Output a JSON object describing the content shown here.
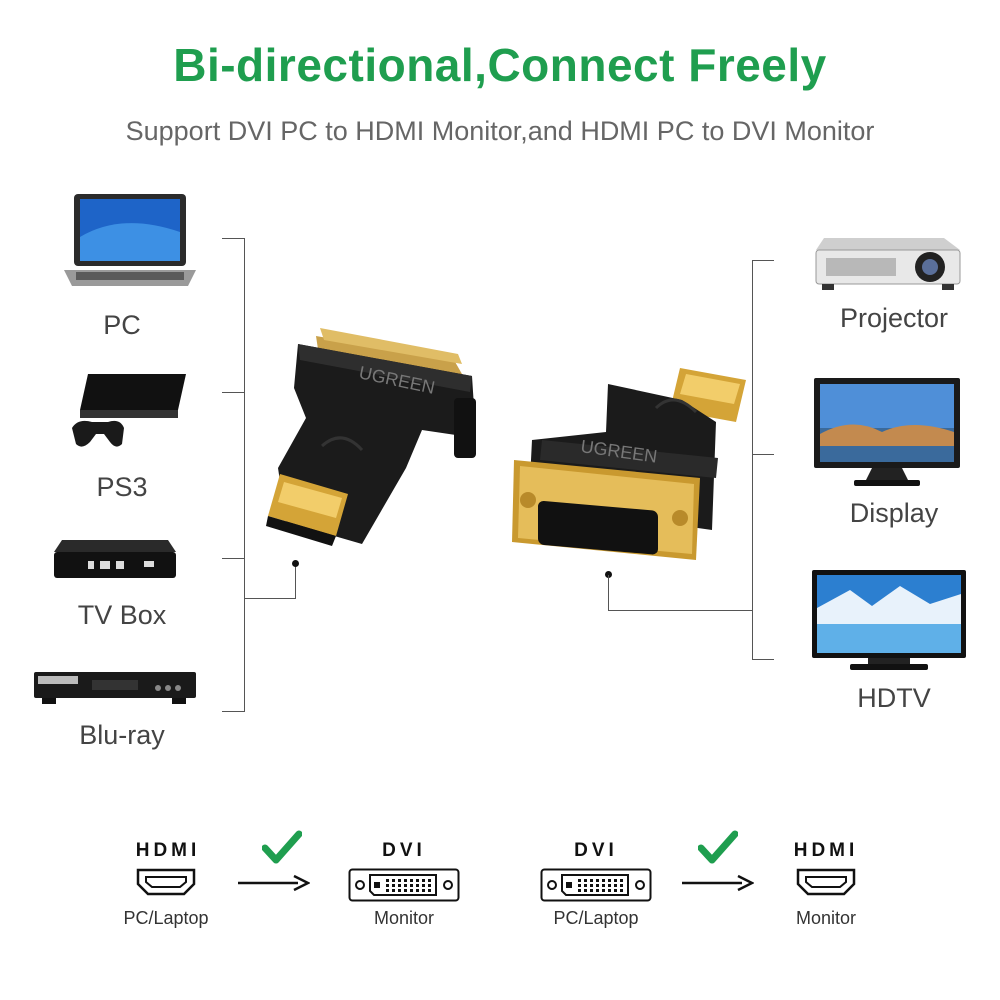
{
  "header": {
    "title": "Bi-directional,Connect Freely",
    "subtitle": "Support DVI PC to HDMI Monitor,and HDMI PC to DVI Monitor"
  },
  "sources": [
    {
      "label": "PC",
      "icon": "laptop-icon"
    },
    {
      "label": "PS3",
      "icon": "game-console-icon"
    },
    {
      "label": "TV Box",
      "icon": "tv-box-icon"
    },
    {
      "label": "Blu-ray",
      "icon": "bluray-player-icon"
    }
  ],
  "displays": [
    {
      "label": "Projector",
      "icon": "projector-icon"
    },
    {
      "label": "Display",
      "icon": "monitor-icon"
    },
    {
      "label": "HDTV",
      "icon": "tv-icon"
    }
  ],
  "adapters": {
    "brand": "UGREEN",
    "left_icon": "hdmi-male-to-dvi-adapter-icon",
    "right_icon": "dvi-female-adapter-icon"
  },
  "flows": [
    {
      "from_port": "HDMI",
      "from_device": "PC/Laptop",
      "to_port": "DVI",
      "to_device": "Monitor"
    },
    {
      "from_port": "DVI",
      "from_device": "PC/Laptop",
      "to_port": "HDMI",
      "to_device": "Monitor"
    }
  ],
  "colors": {
    "accent": "#1f9e4f",
    "gold": "#d4a437",
    "adapter": "#1b1b1b"
  }
}
